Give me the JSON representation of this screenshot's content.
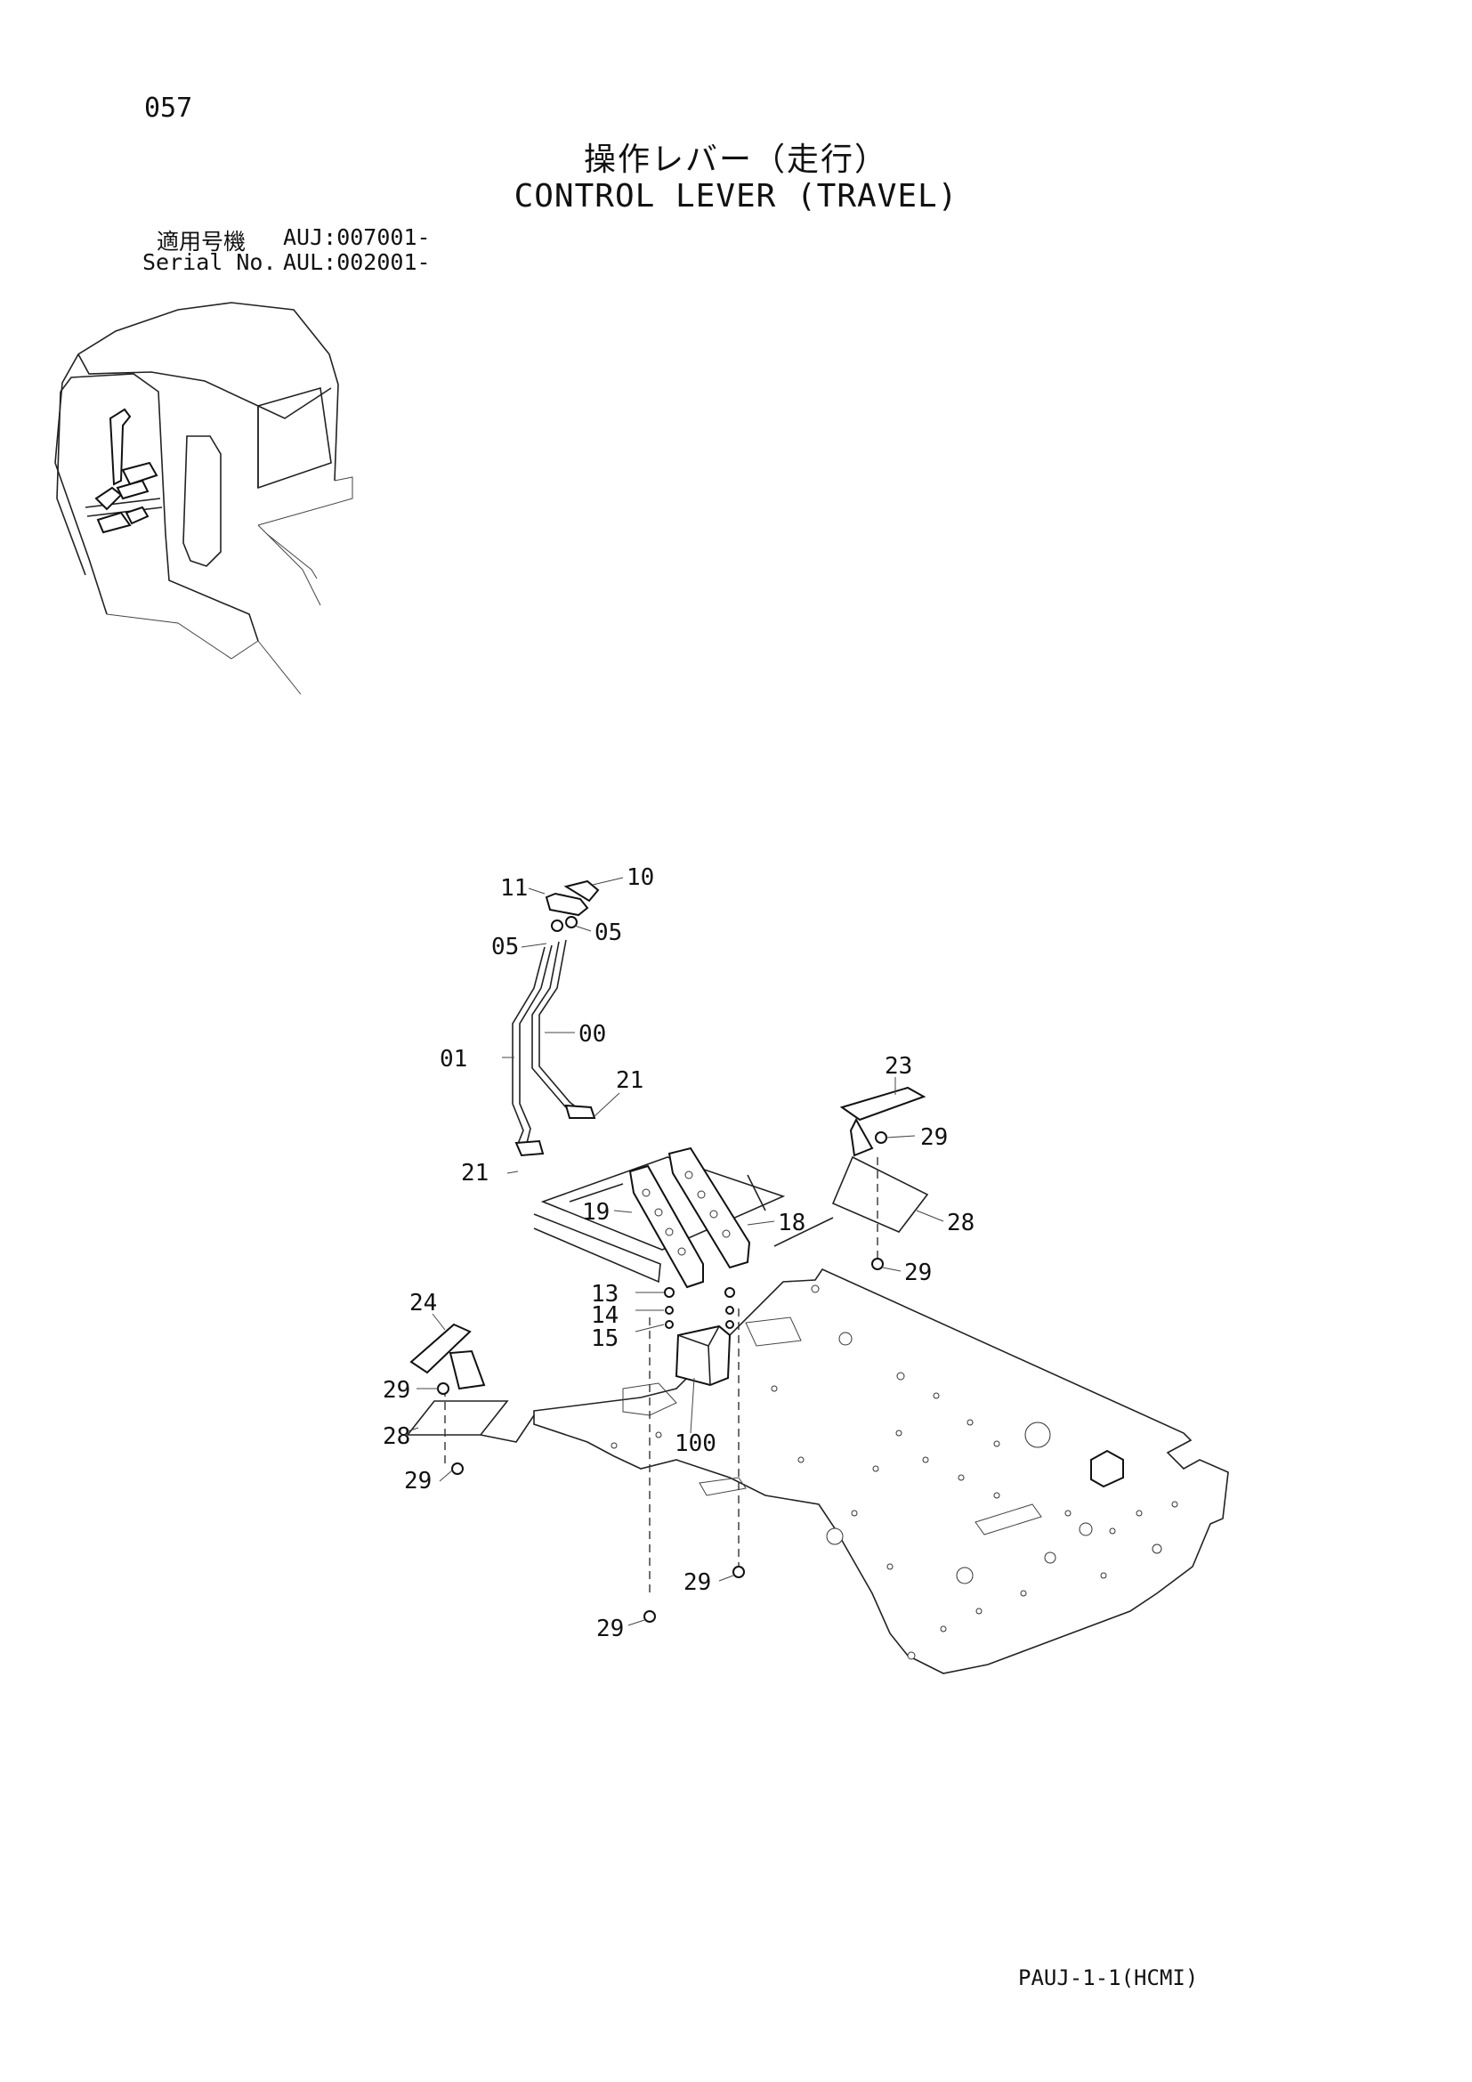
{
  "page_number": "057",
  "title_jp": "操作レバー（走行）",
  "title_en": "CONTROL LEVER (TRAVEL)",
  "serial": {
    "jp_label": "適用号機",
    "jp_value": "AUJ:007001-",
    "en_label": "Serial No.",
    "en_value": "AUL:002001-"
  },
  "callouts": {
    "c10": "10",
    "c11": "11",
    "c05a": "05",
    "c05b": "05",
    "c00": "00",
    "c01": "01",
    "c21a": "21",
    "c21b": "21",
    "c23": "23",
    "c29a": "29",
    "c28a": "28",
    "c29b": "29",
    "c19": "19",
    "c18": "18",
    "c13": "13",
    "c14": "14",
    "c15": "15",
    "c24": "24",
    "c29c": "29",
    "c28b": "28",
    "c29d": "29",
    "c100": "100",
    "c29e": "29",
    "c29f": "29"
  },
  "footer": "PAUJ-1-1(HCMI)"
}
